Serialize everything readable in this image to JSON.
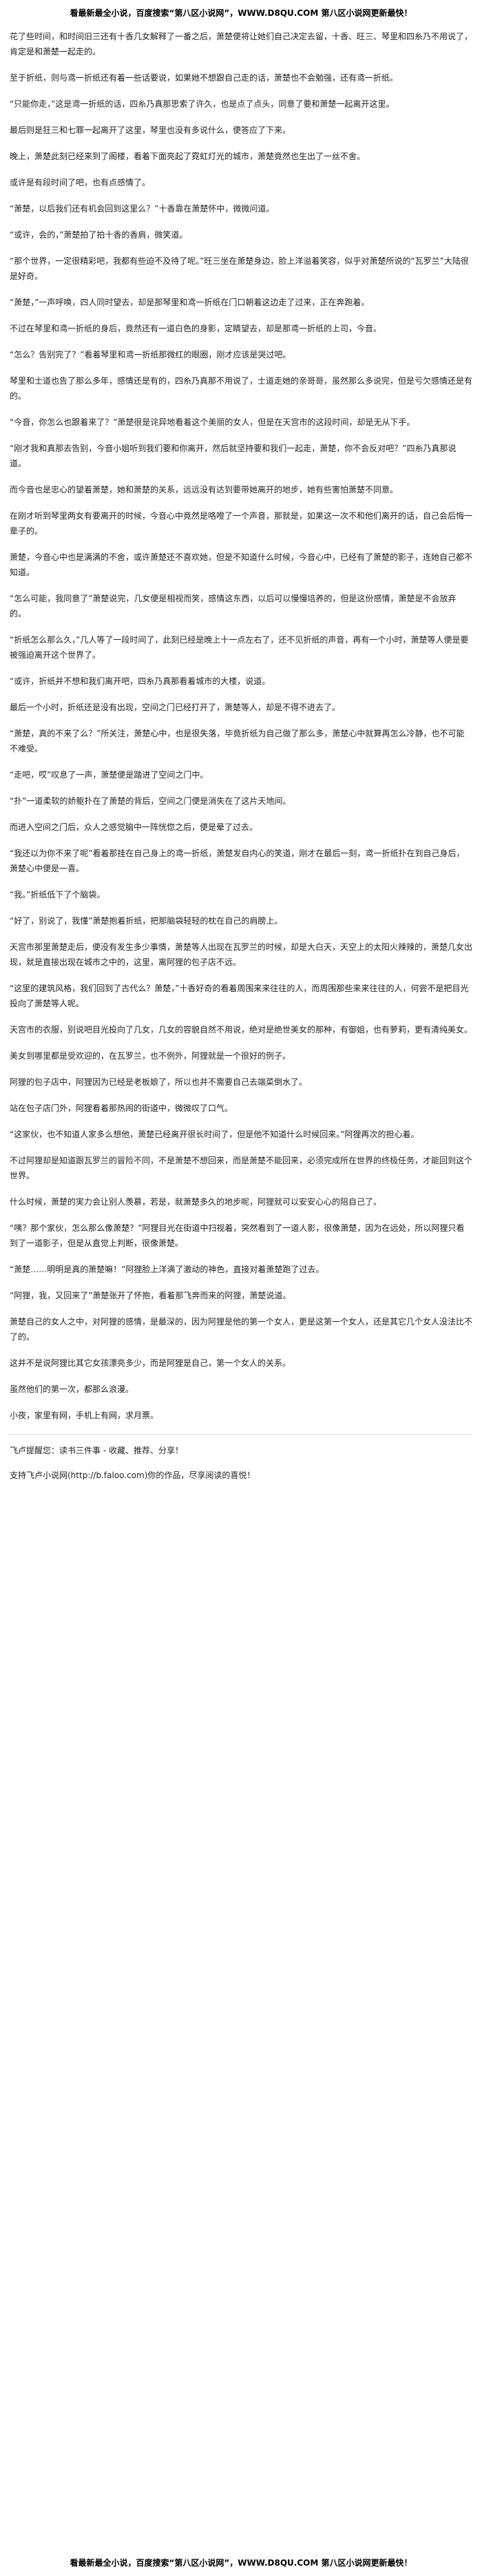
{
  "banner": {
    "top": "看最新最全小说，百度搜索“第八区小说网”，WWW.D8QU.COM 第八区小说网更新最快！",
    "bottom": "看最新最全小说，百度搜索“第八区小说网”，WWW.D8QU.COM 第八区小说网更新最快！"
  },
  "paragraphs": [
    "花了些时间，和时间旧三还有十香几女解释了一番之后，萧楚便将让她们自己决定去留，十香、旺三、琴里和四糸乃不用说了，肯定是和萧楚一起走的。",
    "至于折纸，则与鸢一折纸还有着一些话要说，如果她不想跟自己走的话，萧楚也不会勉强，还有鸢一折纸。",
    "“只能你走，”这是鸢一折纸的话，四糸乃真那思索了许久，也是点了点头，同意了要和萧楚一起离开这里。",
    "最后则是狂三和七罪一起离开了这里，琴里也没有多说什么，便答应了下来。",
    "晚上，萧楚此刻已经来到了阁楼，看着下面亮起了霓虹灯光的城市，萧楚竟然也生出了一丝不舍。",
    "或许是有段时间了吧，也有点感情了。",
    "“萧楚，以后我们还有机会回到这里么？”十香靠在萧楚怀中，微微问道。",
    "“或许，会的，”萧楚拍了拍十香的香肩，微笑道。",
    "“那个世界，一定很精彩吧，我都有些迫不及待了呢。”旺三坐在萧楚身边，脸上洋溢着笑容，似乎对萧楚所说的“瓦罗兰”大陆很是好奇。",
    "“萧楚，”一声呼唤，四人同时望去，却是那琴里和鸢一折纸在门口朝着这边走了过来，正在奔跑着。",
    "不过在琴里和鸢一折纸的身后，竟然还有一道白色的身影，定睛望去，却是那鸢一折纸的上司，今音。",
    "“怎么？告别完了？”看着琴里和鸢一折纸那微红的眼圈，刚才应该是哭过吧。",
    "琴里和士道也告了那么多年，感情还是有的，四糸乃真那不用说了，士道走她的亲哥哥，虽然那么多说完，但是亏欠感情还是有的。",
    "“今音，你怎么也跟着来了？”萧楚很是诧异地看着这个美丽的女人，但是在天宫市的这段时间，却是无从下手。",
    "“刚才我和真那去告别，今音小姐听到我们要和你离开，然后就坚持要和我们一起走，萧楚，你不会反对吧？”四糸乃真那说道。",
    "而今音也是忠心的望着萧楚，她和萧楚的关系，远远没有达到要带她离开的地步，她有些害怕萧楚不同意。",
    "在刚才听到琴里两女有要离开的时候，今音心中竟然是咯噔了一个声音，那就是，如果这一次不和他们离开的话，自己会后悔一辈子的。",
    "萧楚，今音心中也是满满的不舍，或许萧楚还不喜欢她，但是不知道什么时候，今音心中，已经有了萧楚的影子，连她自己都不知道。",
    "“怎么可能，我同意了”萧楚说完，几女便是相视而笑，感情这东西，以后可以慢慢培养的，但是这份感情，萧楚是不会放弃的。",
    "“折纸怎么那么久，”几人等了一段时间了，此刻已经是晚上十一点左右了，还不见折纸的声音，再有一个小时，萧楚等人便是要被强迫离开这个世界了。",
    "“或许，折纸并不想和我们离开吧，四糸乃真那看着城市的大楼，说道。",
    "最后一个小时，折纸还是没有出现，空间之门已经打开了，萧楚等人，却是不得不进去了。",
    "“萧楚，真的不来了么？”所关注，萧楚心中，也是很失落，毕竟折纸为自己做了那么多，萧楚心中就算再怎么冷静，也不可能不难受。",
    "“走吧，哎”叹息了一声，萧楚便是踏进了空间之门中。",
    "“扑”一道柔软的娇躯扑在了萧楚的背后，空间之门便是消失在了这片天地间。",
    "而进入空间之门后，众人之感觉脑中一阵恍惚之后，便是晕了过去。",
    "“我还以为你不来了呢”看着那挂在自己身上的鸢一折纸，萧楚发自内心的笑道，刚才在最后一刻，鸢一折纸扑在到自己身后，萧楚心中便是一喜。",
    "“我。”折纸低下了个脑袋。",
    "“好了，别说了，我懂”萧楚抱着折纸，把那脑袋轻轻的枕在自己的肩膀上。",
    "天宫市那里萧楚走后，便没有发生多少事情，萧楚等人出现在瓦罗兰的时候，却是大白天，天空上的太阳火辣辣的，萧楚几女出现，就是直接出现在城市之中的，这里，离阿狸的包子店不远。",
    "“这里的建筑风格，我们回到了古代么？萧楚，”十香好奇的看着周围来来往往的人，而周围那些来来往往的人，何尝不是把目光投向了萧楚等人呢。",
    "天宫市的衣服，别说吧目光投向了几女，几女的容貌自然不用说，绝对是绝世美女的那种，有御姐，也有萝莉，更有清纯美女。",
    "美女到哪里都是受欢迎的，在瓦罗兰，也不例外，阿狸就是一个很好的例子。",
    "阿狸的包子店中，阿狸因为已经是老板娘了，所以也并不需要自己去端菜倒水了。",
    "站在包子店门外，阿狸看着那热闹的街道中，微微叹了口气。",
    "“这家伙，也不知道人家多么想他，萧楚已经离开很长时间了，但是他不知道什么时候回来。”阿狸再次的担心着。",
    "不过阿狸却是知道跟瓦罗兰的冒险不同，不是萧楚不想回来，而是萧楚不能回来，必须完成所在世界的终极任务，才能回到这个世界。",
    "什么时候，萧楚的実力会让别人羡慕，若是，就萧楚多久的地步呢，阿狸就可以安安心心的陪自己了。",
    "“咦？那个家伙，怎么那么像萧楚？”阿狸目光在街道中扫视着，突然看到了一道人影，很像萧楚，因为在远处，所以阿狸只看到了一道影子，但是从直觉上判断，很像萧楚。",
    "“萧楚……明明是真的萧楚嘛！”阿狸脸上洋满了激动的神色，直接对着萧楚跑了过去。",
    "“阿狸，我，又回来了”萧楚张开了怀抱，看着那飞奔而来的阿狸，萧楚说道。",
    "萧楚自己的女人之中，对阿狸的感情，是最深的，因为阿狸是他的第一个女人，更是这第一个女人，还是其它几个女人没法比不了的。",
    "这并不是说阿狸比其它女孩漂亮多少，而是阿狸是自己，第一个女人的关系。",
    "虽然他们的第一次，都那么浪漫。",
    "小夜，家里有网，手机上有网，求月票。"
  ],
  "footer": {
    "line1": "飞卢提醒您：读书三件事 - 收藏、推荐、分享！",
    "line2": "支持飞卢小说网(http://b.faloo.com)你的作品，尽享阅读的喜悦！"
  }
}
